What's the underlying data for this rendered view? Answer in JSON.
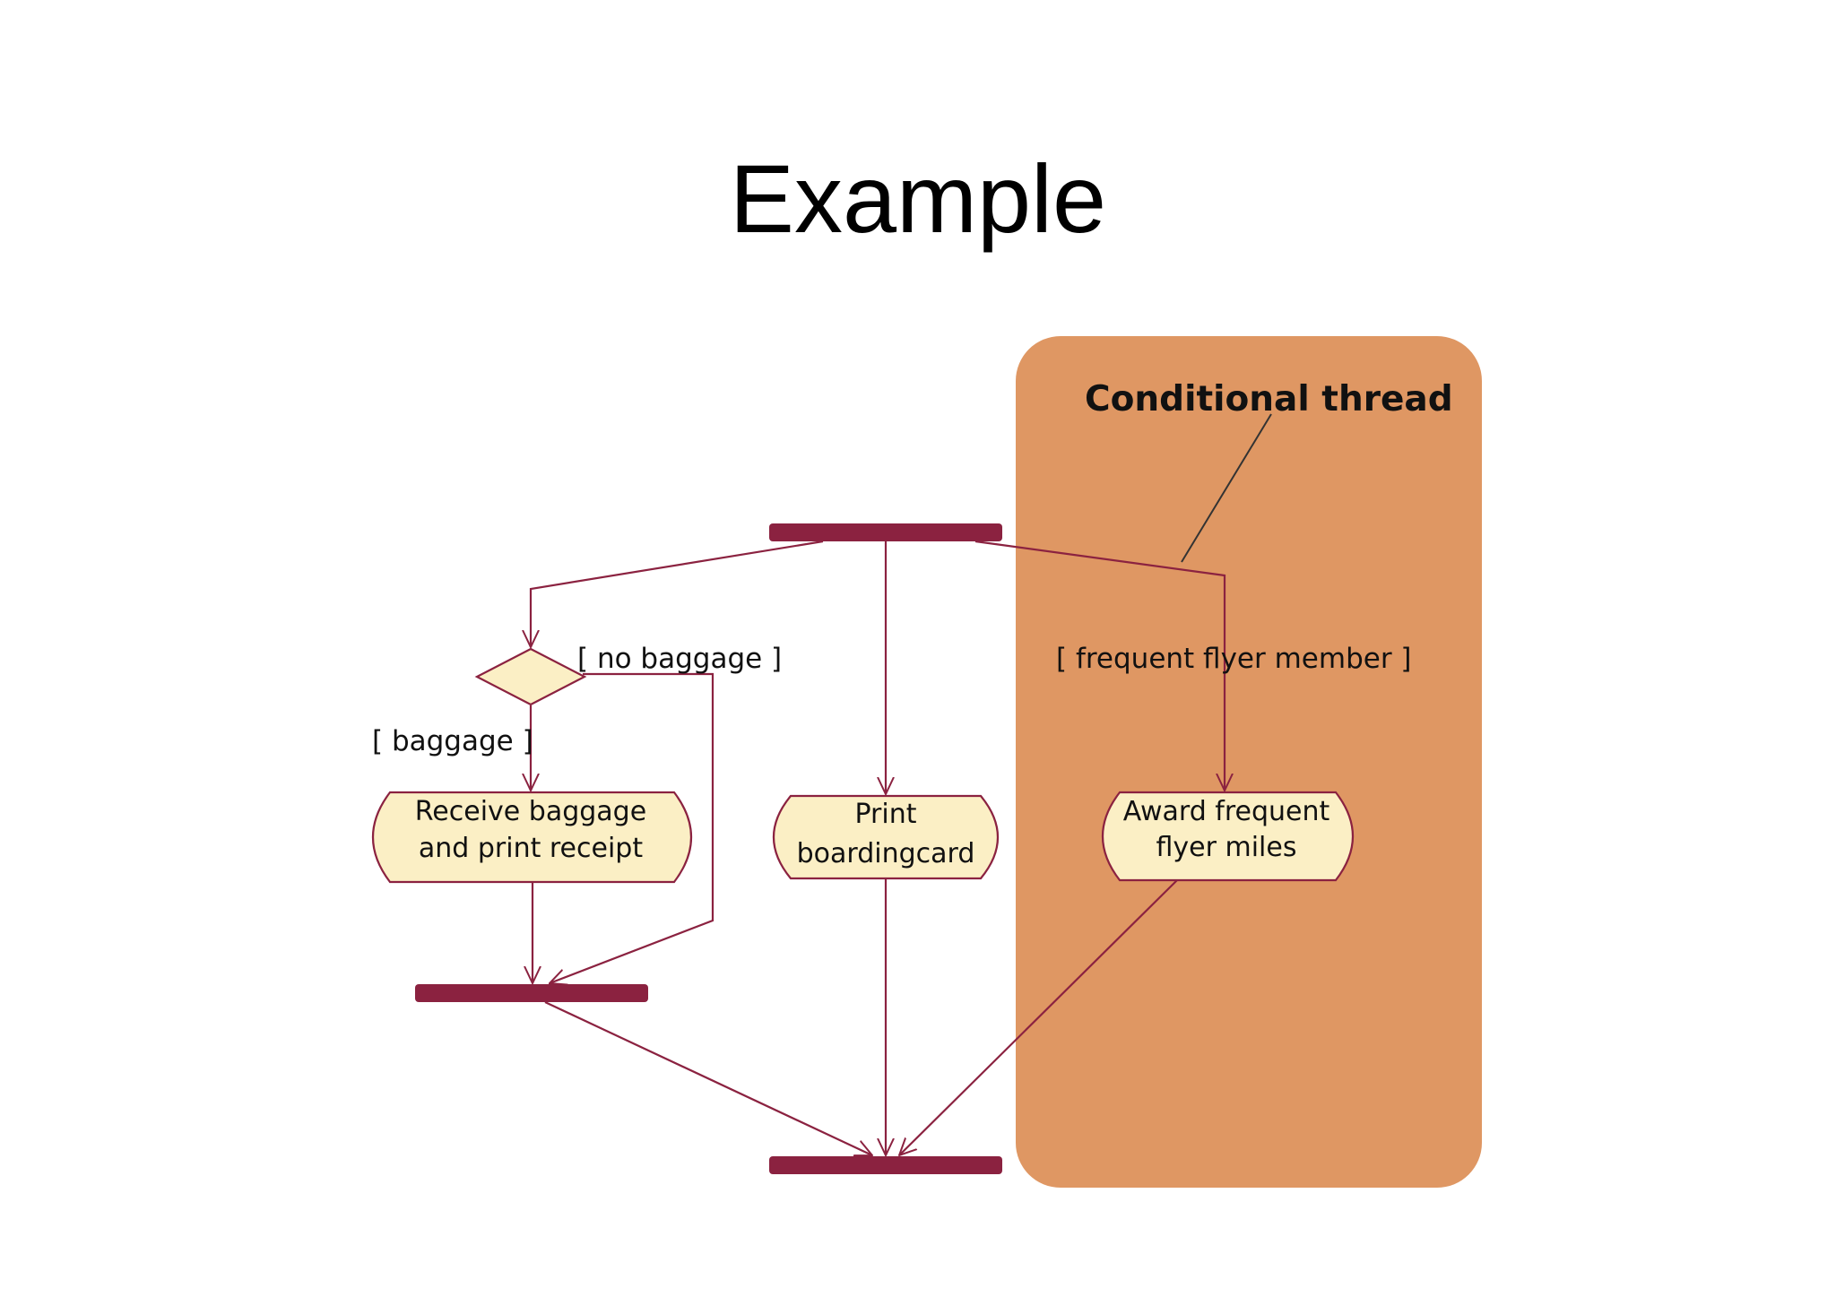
{
  "slide": {
    "title": "Example"
  },
  "diagram": {
    "note": {
      "label": "Conditional thread"
    },
    "guards": {
      "no_baggage": "[ no baggage ]",
      "baggage": "[ baggage ]",
      "frequent_flyer": "[ frequent flyer member ]"
    },
    "activities": {
      "receive_baggage": {
        "line1": "Receive baggage",
        "line2": "and print receipt"
      },
      "print_boarding": {
        "line1": "Print",
        "line2": "boardingcard"
      },
      "award_miles": {
        "line1": "Award frequent",
        "line2": "flyer miles"
      }
    }
  },
  "colors": {
    "bar": "#8b2240",
    "edge": "#8b2240",
    "activity_fill": "#fbefc5",
    "region_fill": "#df9763"
  }
}
